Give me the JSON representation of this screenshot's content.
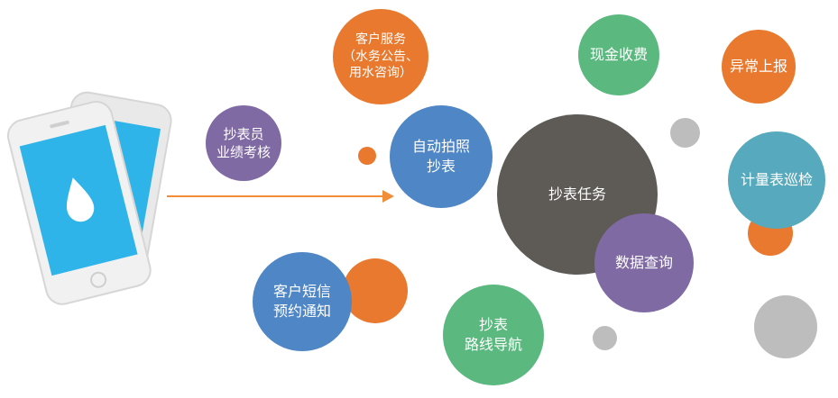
{
  "colors": {
    "orange": "#e8792e",
    "green": "#5bb87f",
    "blue": "#4f86c6",
    "purple": "#7f6aa4",
    "dark": "#5e5a55",
    "teal": "#57aabd",
    "gray": "#bdbdbd",
    "phone_screen": "#2fb4ea",
    "arrow": "#f28d3a"
  },
  "icons": {
    "phones": "smartphone-icon",
    "drop": "water-drop-icon",
    "arrow": "arrow-right-icon"
  },
  "diagram": {
    "center": "抄表任务",
    "nodes": {
      "customer_service": "客户服务\n（水务公告、\n用水咨询）",
      "cash_charge": "现金收费",
      "abnormal_report": "异常上报",
      "reader_performance": "抄表员\n业绩考核",
      "auto_photo": "自动拍照\n抄表",
      "data_query": "数据查询",
      "meter_inspection": "计量表巡检",
      "sms_notice": "客户短信\n预约通知",
      "route_nav": "抄表\n路线导航"
    }
  }
}
